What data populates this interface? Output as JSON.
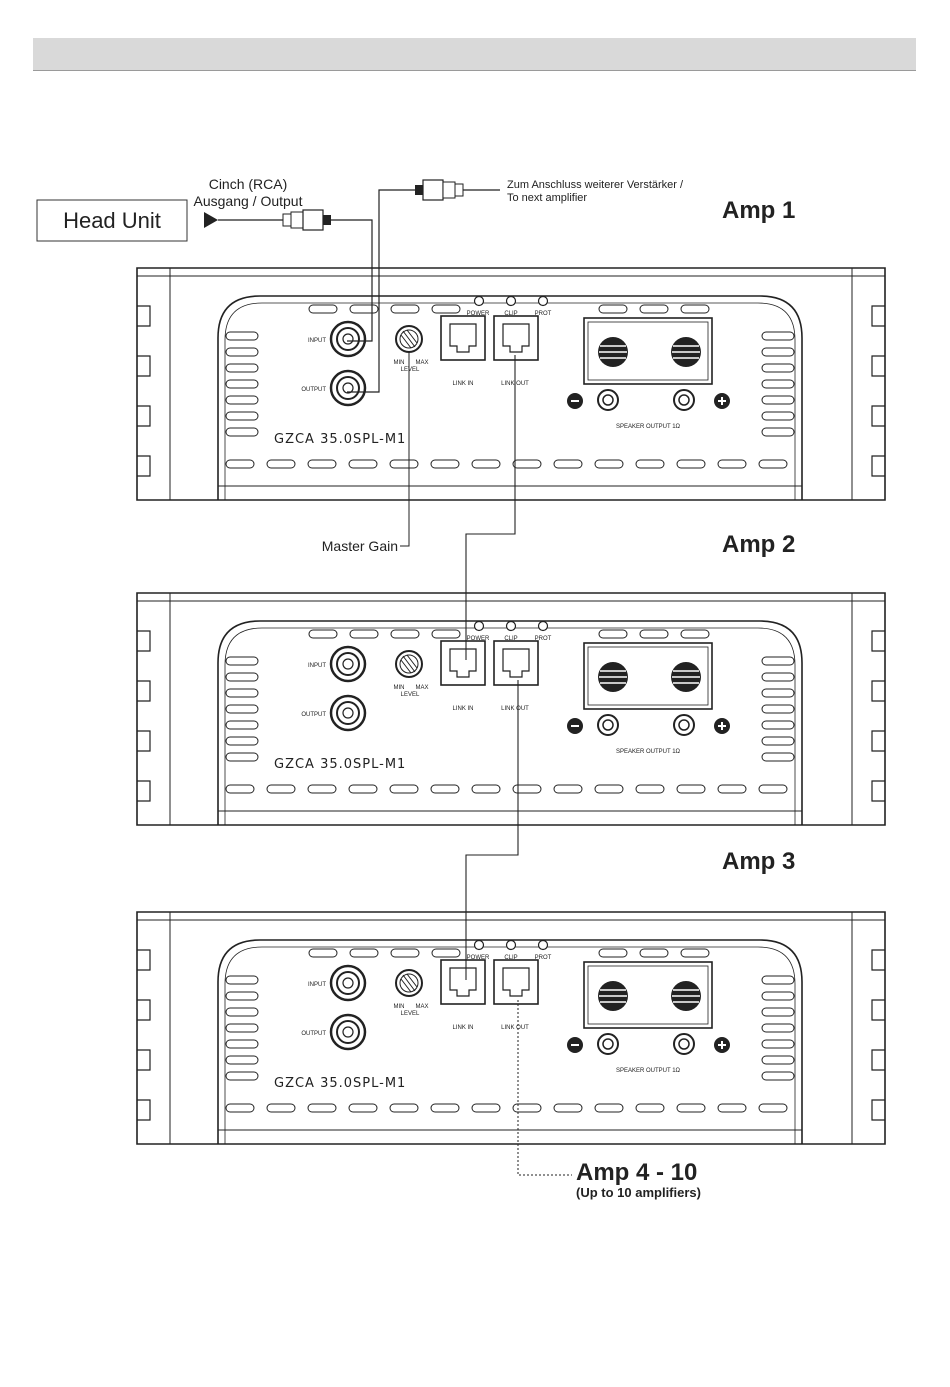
{
  "head_unit": {
    "label": "Head Unit"
  },
  "rca_cable": {
    "line1": "Cinch (RCA)",
    "line2": "Ausgang / Output"
  },
  "next_amp_note": {
    "line1": "Zum Anschluss weiterer Verstärker /",
    "line2": "To next amplifier"
  },
  "master_gain": "Master Gain",
  "amp_titles": [
    "Amp 1",
    "Amp 2",
    "Amp 3"
  ],
  "more_amps": {
    "title": "Amp 4 - 10",
    "subtitle": "(Up to 10 amplifiers)"
  },
  "amplifier_panel": {
    "model": "GZCA 35.0SPL-M1",
    "input": "INPUT",
    "output": "OUTPUT",
    "level": "LEVEL",
    "min": "MIN",
    "max": "MAX",
    "power": "POWER",
    "clip": "CLIP",
    "prot": "PROT",
    "link_in": "LINK IN",
    "link_out": "LINK OUT",
    "speaker_output": "SPEAKER OUTPUT 1Ω"
  }
}
